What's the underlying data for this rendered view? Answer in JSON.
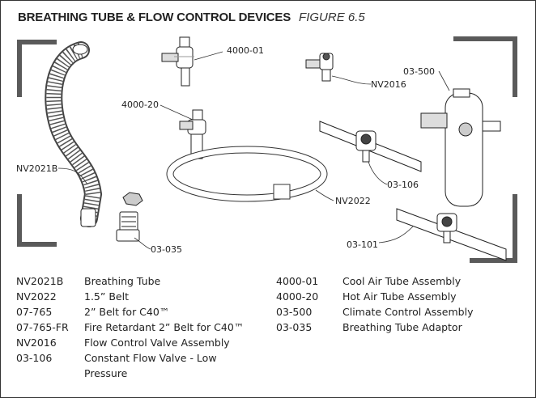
{
  "title": {
    "main": "BREATHING TUBE & FLOW CONTROL DEVICES",
    "figure": "FIGURE 6.5"
  },
  "callouts": {
    "c4000_01": "4000-01",
    "c4000_20": "4000-20",
    "nv2016": "NV2016",
    "c03_500": "03-500",
    "nv2021b": "NV2021B",
    "c03_106": "03-106",
    "nv2022": "NV2022",
    "c03_035": "03-035",
    "c03_101": "03-101"
  },
  "parts_left": [
    {
      "code": "NV2021B",
      "desc": "Breathing Tube"
    },
    {
      "code": "NV2022",
      "desc": "1.5” Belt"
    },
    {
      "code": "07-765",
      "desc": "2” Belt for C40™"
    },
    {
      "code": "07-765-FR",
      "desc": "Fire Retardant 2” Belt for C40™"
    },
    {
      "code": "NV2016",
      "desc": "Flow Control Valve Assembly"
    },
    {
      "code": "03-106",
      "desc": "Constant Flow Valve - Low Pressure"
    }
  ],
  "parts_right": [
    {
      "code": "4000-01",
      "desc": "Cool Air Tube Assembly"
    },
    {
      "code": "4000-20",
      "desc": "Hot Air Tube Assembly"
    },
    {
      "code": "03-500",
      "desc": "Climate Control Assembly"
    },
    {
      "code": "03-035",
      "desc": "Breathing Tube Adaptor"
    }
  ]
}
